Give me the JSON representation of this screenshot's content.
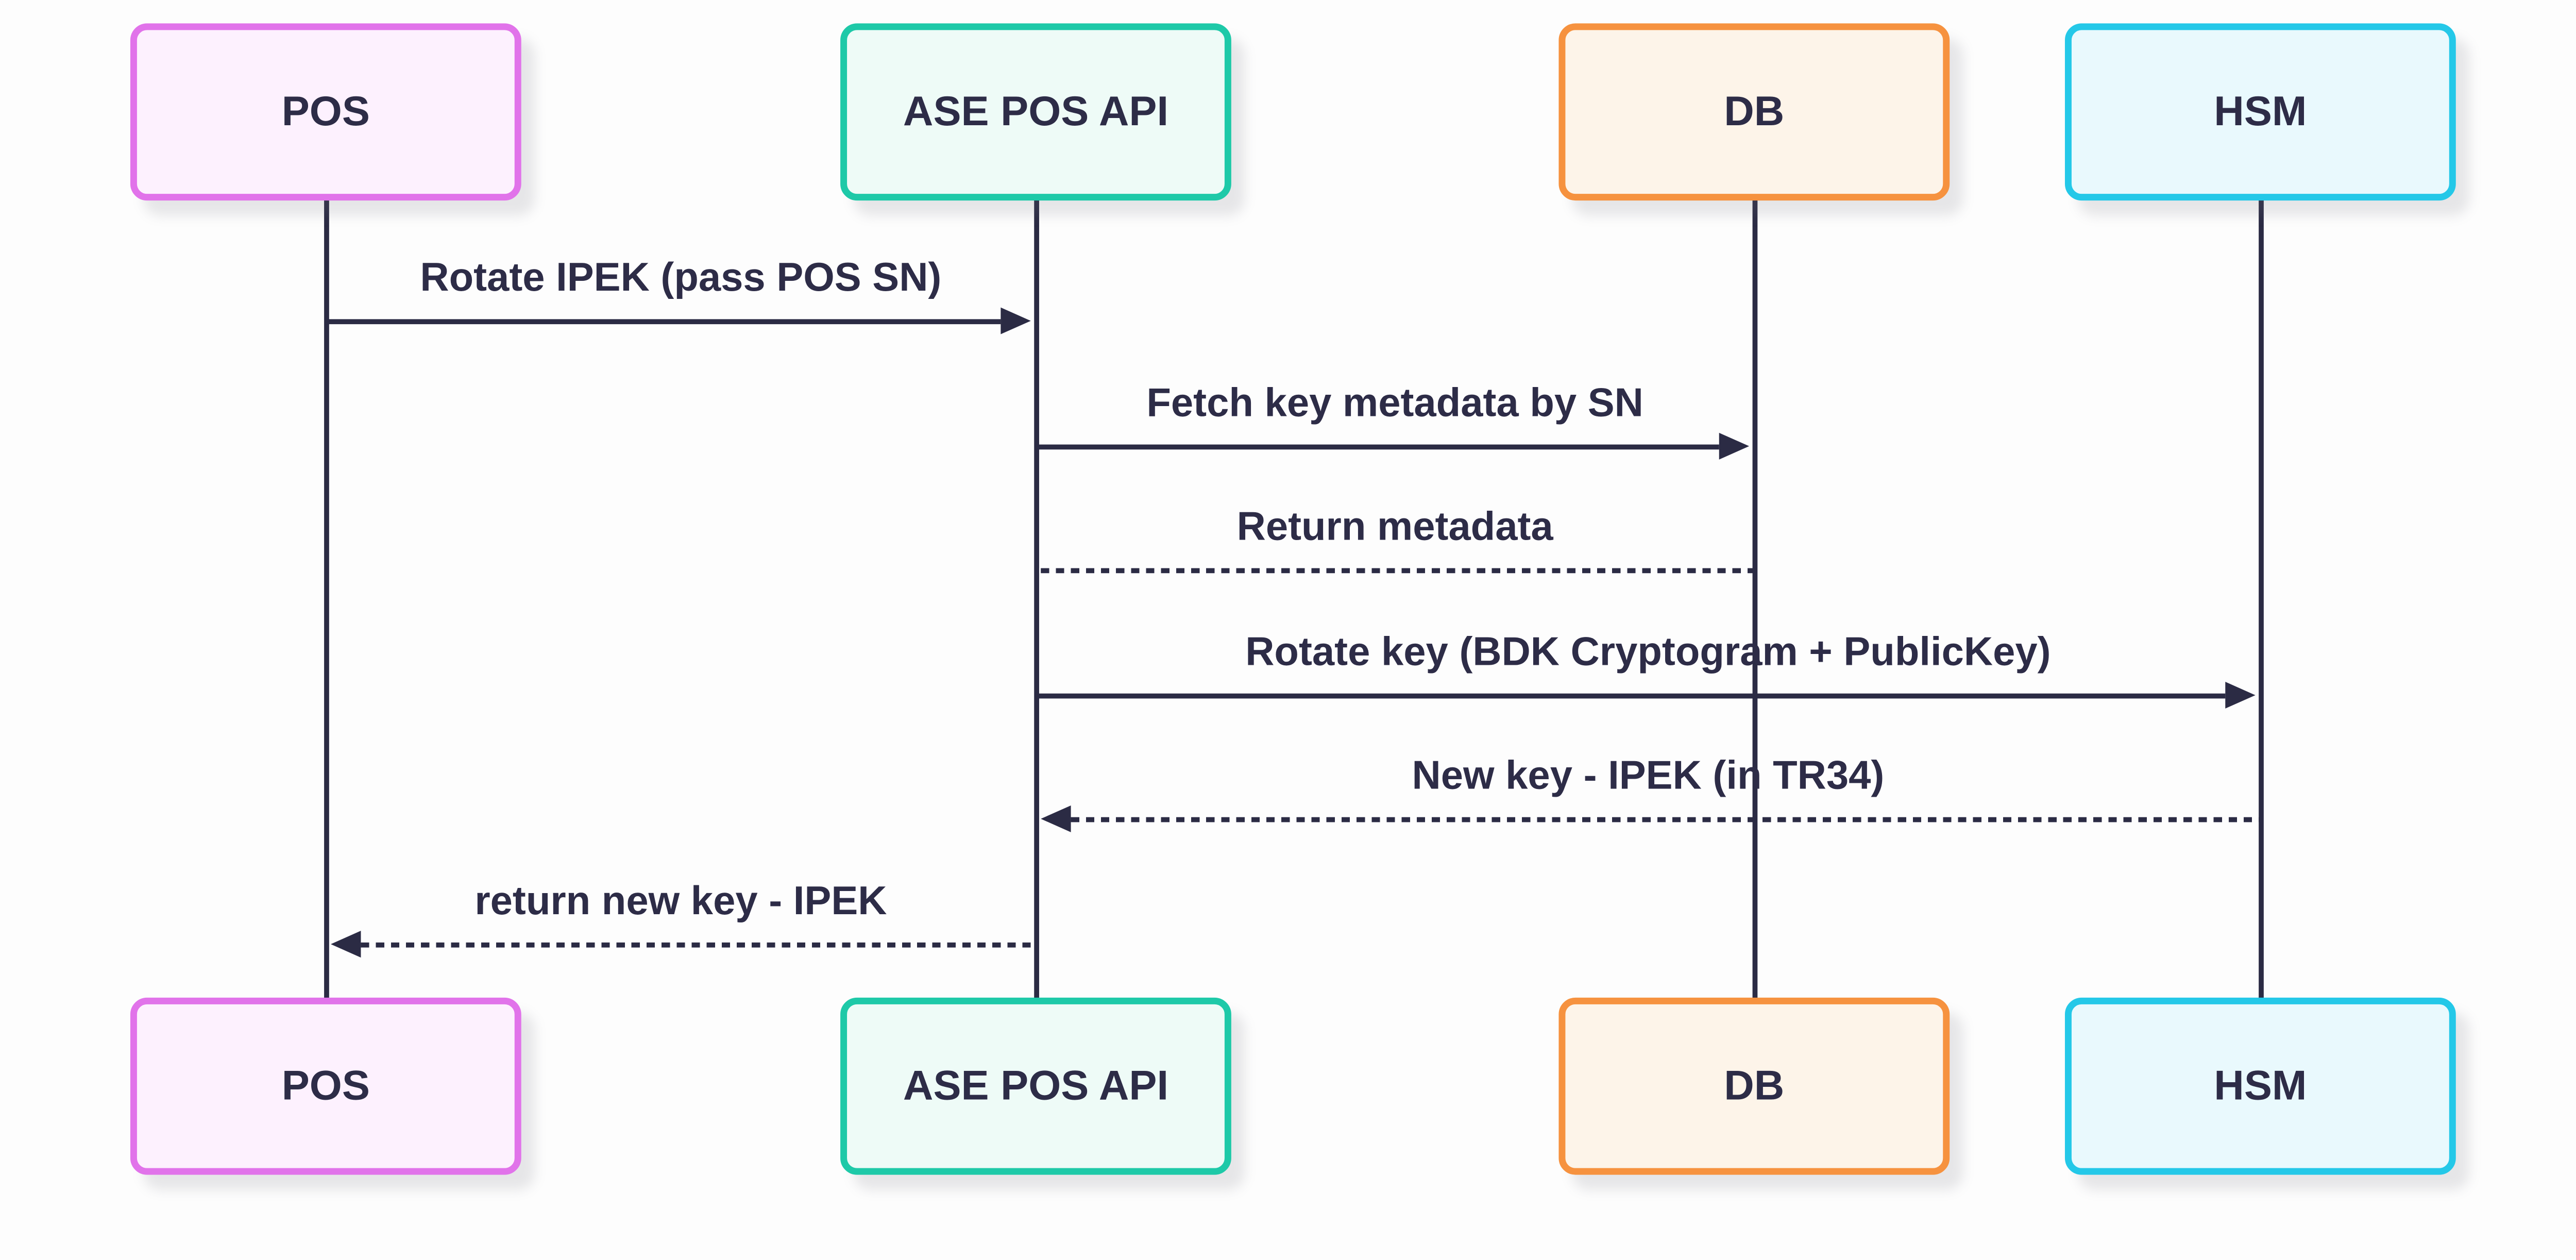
{
  "diagram": {
    "type": "sequence-diagram",
    "background_color": "#fdfdfd",
    "line_color": "#2b2b44",
    "text_color": "#2d2c47",
    "actors": [
      {
        "id": "pos",
        "label": "POS",
        "border_color": "#e173ea",
        "fill_color": "#fdf1fe"
      },
      {
        "id": "ase-pos-api",
        "label": "ASE POS API",
        "border_color": "#1ec9a8",
        "fill_color": "#eefbf7"
      },
      {
        "id": "db",
        "label": "DB",
        "border_color": "#f6923f",
        "fill_color": "#fdf4e9"
      },
      {
        "id": "hsm",
        "label": "HSM",
        "border_color": "#24c8e8",
        "fill_color": "#e9f9fd"
      }
    ],
    "messages": [
      {
        "index": 1,
        "from": "POS",
        "to": "ASE POS API",
        "label": "Rotate IPEK (pass POS SN)",
        "line_style": "solid",
        "arrowhead": "filled-right"
      },
      {
        "index": 2,
        "from": "ASE POS API",
        "to": "DB",
        "label": "Fetch key metadata by SN",
        "line_style": "solid",
        "arrowhead": "filled-right"
      },
      {
        "index": 3,
        "from": "DB",
        "to": "ASE POS API",
        "label": "Return metadata",
        "line_style": "dotted",
        "arrowhead": "none"
      },
      {
        "index": 4,
        "from": "ASE POS API",
        "to": "HSM",
        "label": "Rotate key (BDK Cryptogram + PublicKey)",
        "line_style": "solid",
        "arrowhead": "filled-right"
      },
      {
        "index": 5,
        "from": "HSM",
        "to": "ASE POS API",
        "label": "New key - IPEK (in TR34)",
        "line_style": "dotted",
        "arrowhead": "filled-left"
      },
      {
        "index": 6,
        "from": "ASE POS API",
        "to": "POS",
        "label": "return new key - IPEK",
        "line_style": "dotted",
        "arrowhead": "filled-left"
      }
    ]
  }
}
